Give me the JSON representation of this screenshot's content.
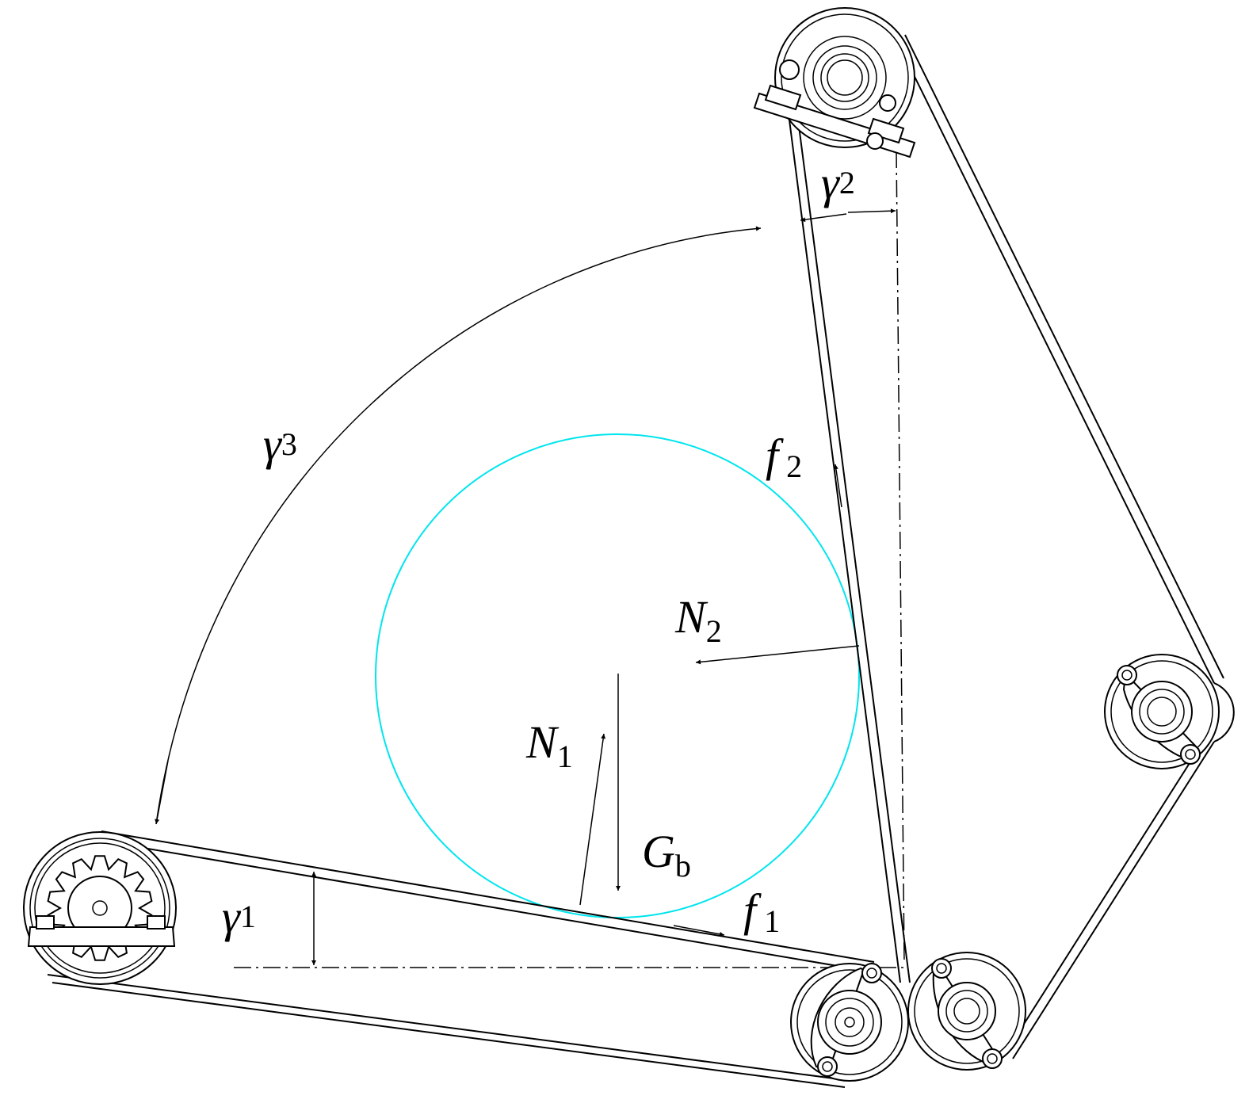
{
  "labels": {
    "gamma1": {
      "symbol": "γ",
      "sub": "1"
    },
    "gamma2": {
      "symbol": "γ",
      "sub": "2"
    },
    "gamma3": {
      "symbol": "γ",
      "sub": "3"
    },
    "f1": {
      "symbol": "f",
      "sub": "1"
    },
    "f2": {
      "symbol": "f",
      "sub": "2"
    },
    "N1": {
      "symbol": "N",
      "sub": "1"
    },
    "N2": {
      "symbol": "N",
      "sub": "2"
    },
    "Gb": {
      "symbol": "G",
      "sub": "b"
    }
  },
  "colors": {
    "bale_circle": "#00e5ee",
    "lines": "#000000",
    "background": "#ffffff"
  },
  "icons": {
    "drive_sprocket": "sprocket-icon",
    "rollers": "bearing-roller-icon"
  }
}
